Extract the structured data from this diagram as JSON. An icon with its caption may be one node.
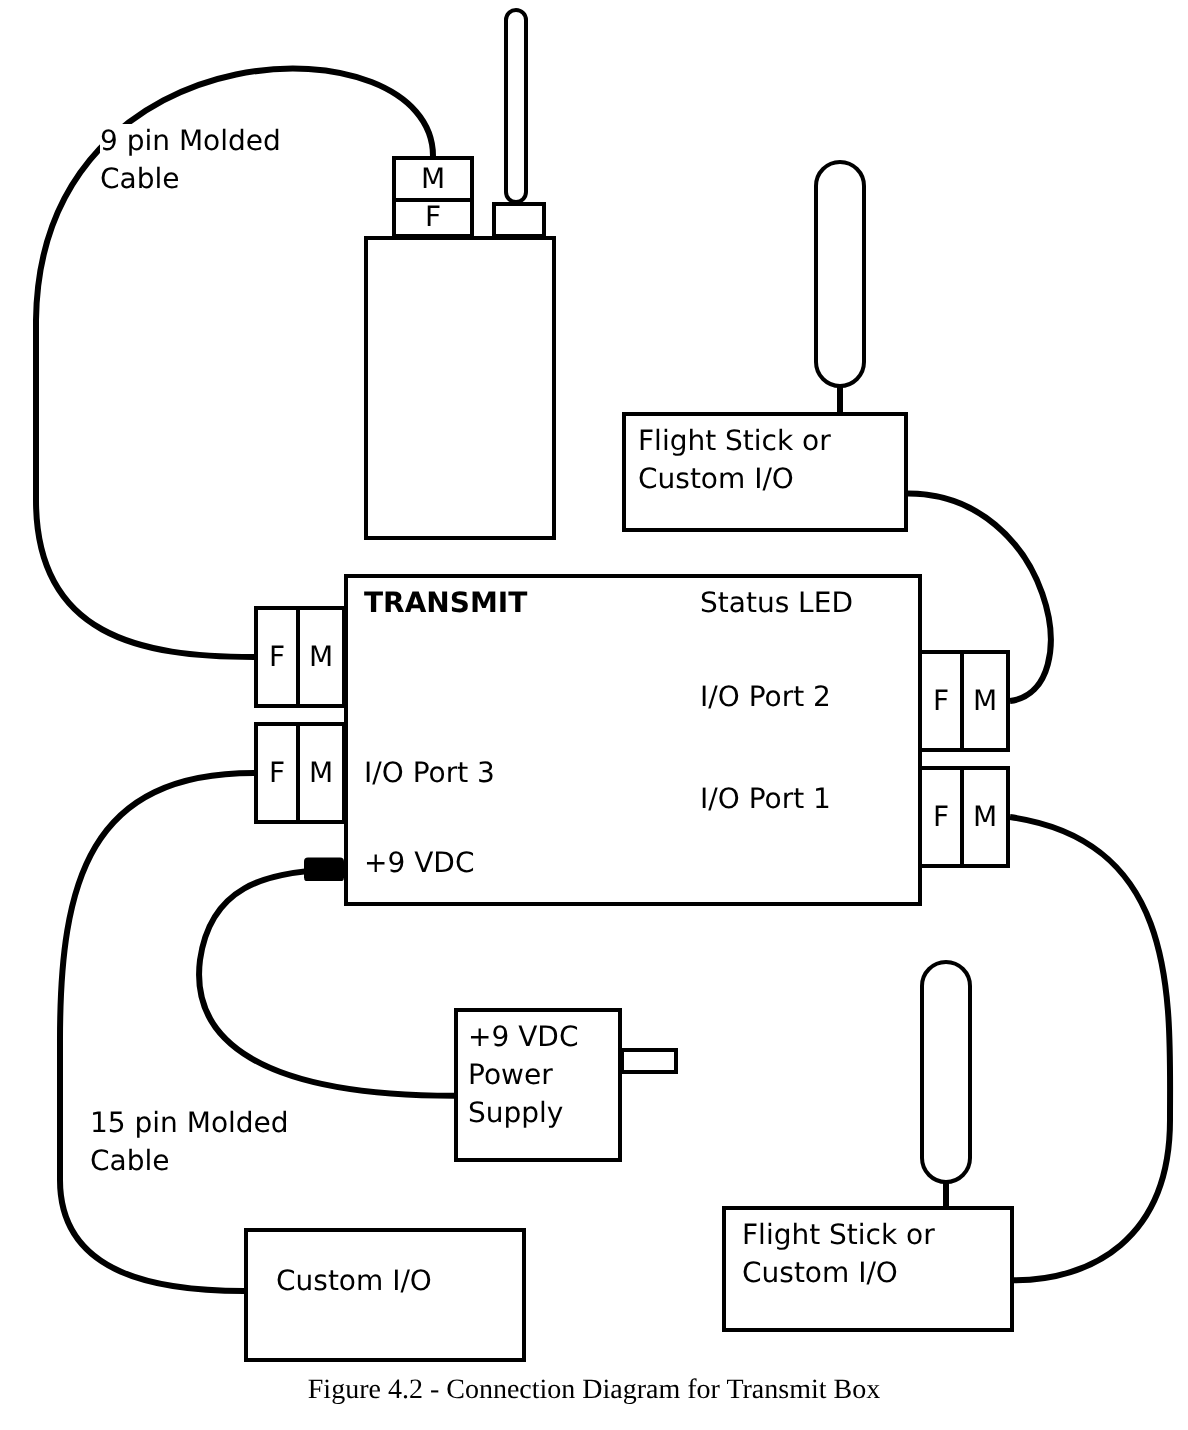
{
  "diagram": {
    "caption": "Figure 4.2 - Connection Diagram for Transmit Box",
    "nodes": [
      {
        "text": [],
        "shape": "box"
      },
      {
        "text": [
          "M"
        ]
      },
      {
        "text": [
          "F"
        ]
      },
      {
        "text": [
          "Flight Stick or Custom I/O"
        ]
      },
      {
        "text": [
          "TRANSMIT",
          "Status LED",
          "I/O Port 2",
          "I/O Port 3",
          "I/O Port 1",
          "+9 VDC"
        ]
      },
      {
        "text": [
          "F"
        ]
      },
      {
        "text": [
          "M"
        ]
      },
      {
        "text": [
          "F"
        ]
      },
      {
        "text": [
          "M"
        ]
      },
      {
        "text": [
          "F"
        ]
      },
      {
        "text": [
          "M"
        ]
      },
      {
        "text": [
          "F"
        ]
      },
      {
        "text": [
          "M"
        ]
      },
      {
        "text": [
          "+9 VDC Power Supply"
        ]
      },
      {
        "text": [
          "Custom I/O"
        ]
      },
      {
        "text": [
          "Flight Stick or Custom I/O"
        ]
      }
    ],
    "edges": [
      {
        "from": 1,
        "to": 5,
        "arrow": "none",
        "label": "9 pin Molded Cable"
      },
      {
        "from": 3,
        "to": 10,
        "arrow": "none"
      },
      {
        "from": 7,
        "to": 14,
        "arrow": "none",
        "label": "15 pin Molded Cable"
      },
      {
        "from": 12,
        "to": 15,
        "arrow": "none"
      },
      {
        "from": 13,
        "to": 4,
        "arrow": "other"
      }
    ]
  }
}
